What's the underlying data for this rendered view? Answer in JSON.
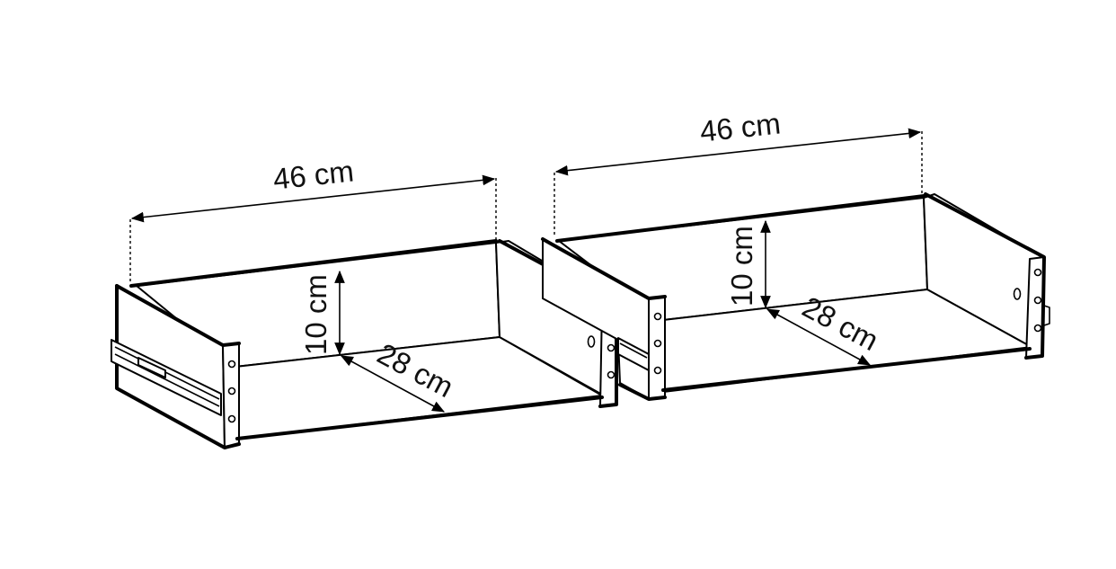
{
  "drawers": [
    {
      "name": "left-drawer",
      "width_label": "46 cm",
      "height_label": "10 cm",
      "depth_label": "28 cm"
    },
    {
      "name": "right-drawer",
      "width_label": "46 cm",
      "height_label": "10 cm",
      "depth_label": "28 cm"
    }
  ]
}
